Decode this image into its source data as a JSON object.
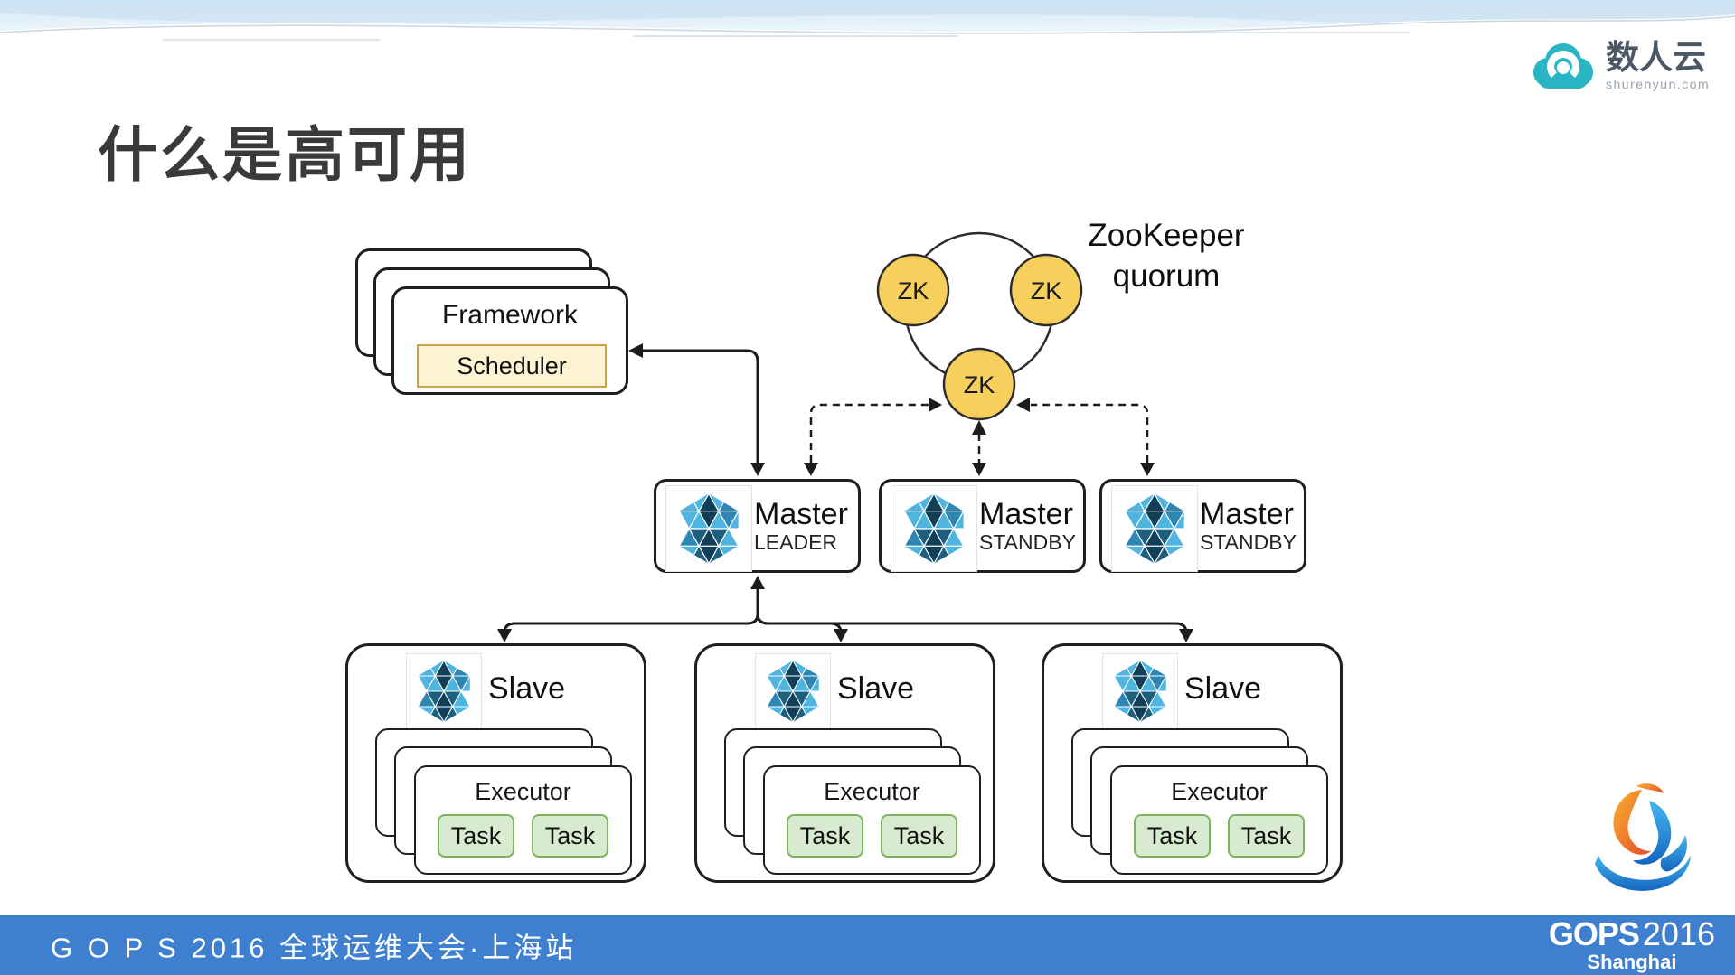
{
  "slide": {
    "title": "什么是高可用",
    "brand": {
      "name": "数人云",
      "domain": "shurenyun.com"
    },
    "footer": {
      "left_text": "G O P S 2016 全球运维大会·上海站",
      "logo_word": "GOPS",
      "logo_year": "2016",
      "logo_city": "Shanghai"
    }
  },
  "diagram": {
    "framework": {
      "label": "Framework",
      "scheduler_label": "Scheduler"
    },
    "zookeeper": {
      "caption_line1": "ZooKeeper",
      "caption_line2": "quorum",
      "nodes": [
        "ZK",
        "ZK",
        "ZK"
      ]
    },
    "masters": [
      {
        "title": "Master",
        "subtitle": "LEADER"
      },
      {
        "title": "Master",
        "subtitle": "STANDBY"
      },
      {
        "title": "Master",
        "subtitle": "STANDBY"
      }
    ],
    "slaves": [
      {
        "title": "Slave",
        "executor_label": "Executor",
        "tasks": [
          "Task",
          "Task"
        ]
      },
      {
        "title": "Slave",
        "executor_label": "Executor",
        "tasks": [
          "Task",
          "Task"
        ]
      },
      {
        "title": "Slave",
        "executor_label": "Executor",
        "tasks": [
          "Task",
          "Task"
        ]
      }
    ],
    "colors": {
      "zk_fill": "#f6cf5c",
      "scheduler_fill": "#fcf3d3",
      "scheduler_border": "#c9a44c",
      "task_fill": "#d8eacf",
      "task_border": "#7fb35d",
      "footer_blue": "#3e7fd0",
      "brand_teal": "#2ab5c4",
      "mesos_light_blue": "#4fb4e0",
      "mesos_dark_blue": "#1e5e7e",
      "line_black": "#1c1c1c"
    }
  }
}
